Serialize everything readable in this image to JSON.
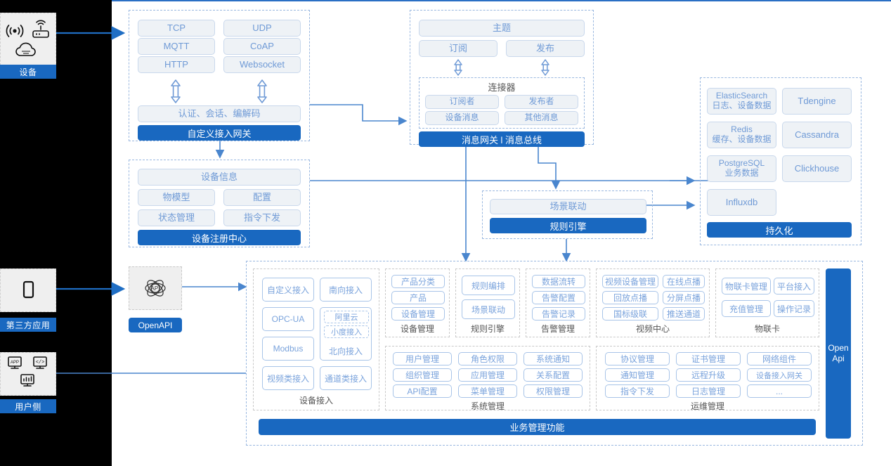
{
  "rail": {
    "device": {
      "label": "设备",
      "icons": [
        "signal-icon",
        "router-icon",
        "cloud-icon"
      ]
    },
    "thirdparty": {
      "label": "第三方应用",
      "icons": [
        "mobile-phone-icon"
      ]
    },
    "userside": {
      "label": "用户侧",
      "icons": [
        "app-monitor-icon",
        "code-monitor-icon",
        "chart-monitor-icon"
      ]
    }
  },
  "access_gateway": {
    "protocols": [
      "TCP",
      "UDP",
      "MQTT",
      "CoAP",
      "HTTP",
      "Websocket"
    ],
    "middle": "认证、会话、编解码",
    "footer": "自定义接入网关",
    "arrows": [
      "updown-arrow-icon",
      "updown-arrow-icon"
    ]
  },
  "message_gateway": {
    "topic": "主题",
    "subscribe": "订阅",
    "publish": "发布",
    "connector_title": "连接器",
    "connector_items": [
      "订阅者",
      "发布者",
      "设备消息",
      "其他消息"
    ],
    "footer": "消息网关 l 消息总线"
  },
  "persistence": {
    "items": [
      {
        "name": "ElasticSearch",
        "sub": "日志、设备数据"
      },
      {
        "name": "Tdengine",
        "sub": ""
      },
      {
        "name": "Redis",
        "sub": "缓存、设备数据"
      },
      {
        "name": "Cassandra",
        "sub": ""
      },
      {
        "name": "PostgreSQL",
        "sub": "业务数据"
      },
      {
        "name": "Clickhouse",
        "sub": ""
      },
      {
        "name": "Influxdb",
        "sub": ""
      }
    ],
    "footer": "持久化"
  },
  "registry": {
    "head": "设备信息",
    "items": [
      "物模型",
      "配置",
      "状态管理",
      "指令下发"
    ],
    "footer": "设备注册中心"
  },
  "rules": {
    "head": "场景联动",
    "footer": "规则引擎"
  },
  "openapi": {
    "icon": "api-atom-icon",
    "label": "OpenAPI"
  },
  "vertical_api": {
    "label": "Open\nApi",
    "line1": "Open",
    "line2": "Api"
  },
  "business": {
    "footer": "业务管理功能",
    "device_access": {
      "caption": "设备接入",
      "left": [
        "自定义接入",
        "OPC-UA",
        "Modbus",
        "视频类接入"
      ],
      "right": [
        "南向接入",
        "北向接入",
        "通道类接入"
      ],
      "nested": [
        "阿里云",
        "小度接入"
      ]
    },
    "columns_top": [
      {
        "caption": "设备管理",
        "items": [
          "产品分类",
          "产品",
          "设备管理"
        ]
      },
      {
        "caption": "规则引擎",
        "items": [
          "规则编排",
          "场景联动"
        ]
      },
      {
        "caption": "告警管理",
        "items": [
          "数据流转",
          "告警配置",
          "告警记录"
        ]
      }
    ],
    "video_center": {
      "caption": "视频中心",
      "items": [
        "视频设备管理",
        "在线点播",
        "回放点播",
        "分屏点播",
        "国标级联",
        "推送通道"
      ]
    },
    "iot_card": {
      "caption": "物联卡",
      "items": [
        "物联卡管理",
        "平台接入",
        "充值管理",
        "操作记录"
      ]
    },
    "system_mgmt": {
      "caption": "系统管理",
      "items": [
        "用户管理",
        "角色权限",
        "系统通知",
        "组织管理",
        "应用管理",
        "关系配置",
        "API配置",
        "菜单管理",
        "权限管理"
      ]
    },
    "ops_mgmt": {
      "caption": "运维管理",
      "items": [
        "协议管理",
        "证书管理",
        "网络组件",
        "通知管理",
        "远程升级",
        "设备接入网关",
        "指令下发",
        "日志管理",
        "..."
      ]
    }
  },
  "colors": {
    "brand_blue": "#1968c0",
    "pill_fill": "#eef2f6",
    "pill_border": "#c9d8ec",
    "pill_text": "#6f9ad6",
    "dashed_border": "#9ab8e0",
    "link": "#4a86ce",
    "rail_bg": "#000000",
    "card_fill": "#efefef"
  }
}
